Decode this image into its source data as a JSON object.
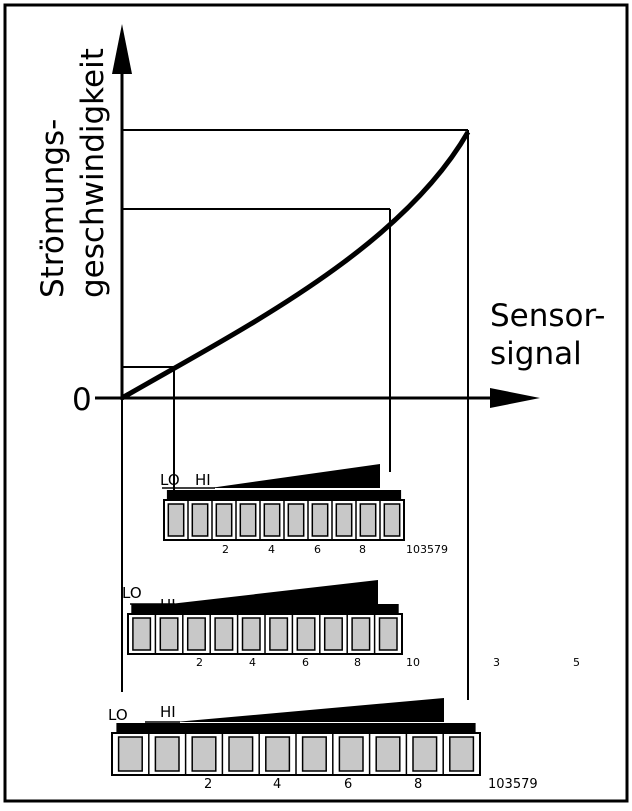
{
  "chart": {
    "y_label_line1": "Strömungs-",
    "y_label_line2": "geschwindigkeit",
    "x_label_line1": "Sensor-",
    "x_label_line2": "signal",
    "origin_label": "0"
  },
  "switches": [
    {
      "lo": "LO",
      "hi": "HI",
      "numbers": [
        "2",
        "4",
        "6",
        "8"
      ],
      "extra": [
        "103579"
      ],
      "positions": 10
    },
    {
      "lo": "LO",
      "hi": "HI",
      "numbers": [
        "2",
        "4",
        "6",
        "8"
      ],
      "extra": [
        "10",
        "3",
        "5"
      ],
      "positions": 10
    },
    {
      "lo": "LO",
      "hi": "HI",
      "numbers": [
        "2",
        "4",
        "6",
        "8"
      ],
      "extra": [
        "103579"
      ],
      "positions": 10
    }
  ]
}
